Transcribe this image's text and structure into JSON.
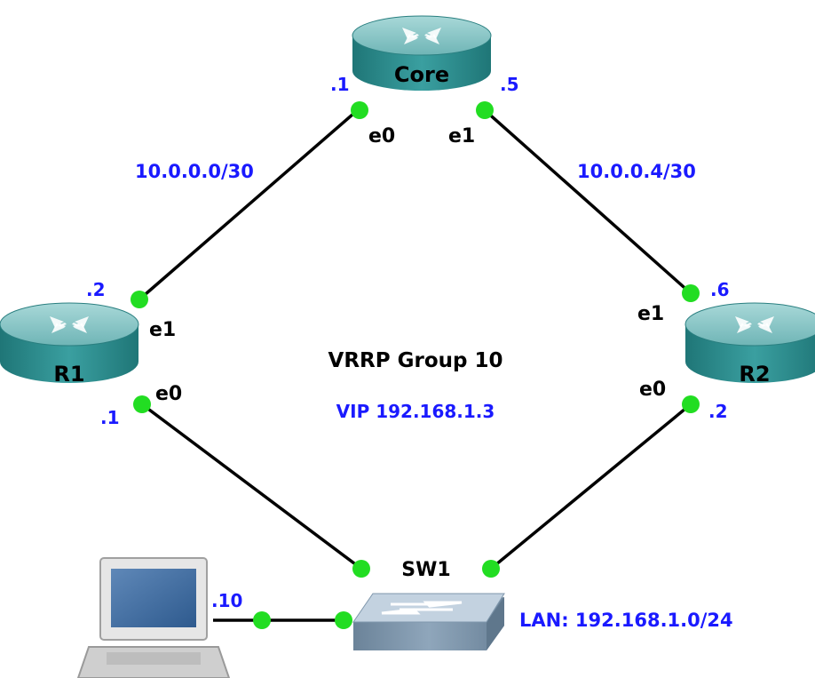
{
  "colors": {
    "address_text": "#1a1aff",
    "label_text": "#000000",
    "link_line": "#000000",
    "port_dot": "#22dd22",
    "router_body": "#2f8f90",
    "router_top": "#8fc9c9",
    "switch_body": "#7f97ac",
    "switch_top": "#b7c8d8"
  },
  "nodes": {
    "core": {
      "icon": "router-icon",
      "label": "Core"
    },
    "r1": {
      "icon": "router-icon",
      "label": "R1"
    },
    "r2": {
      "icon": "router-icon",
      "label": "R2"
    },
    "sw1": {
      "icon": "switch-icon",
      "label": "SW1"
    },
    "pc": {
      "icon": "laptop-icon",
      "label": ""
    }
  },
  "subnets": {
    "core_r1": "10.0.0.0/30",
    "core_r2": "10.0.0.4/30",
    "lan": "LAN: 192.168.1.0/24"
  },
  "vrrp": {
    "group": "VRRP Group 10",
    "vip": "VIP 192.168.1.3"
  },
  "interfaces": {
    "core_e0": {
      "name": "e0",
      "ip": ".1"
    },
    "core_e1": {
      "name": "e1",
      "ip": ".5"
    },
    "r1_e1": {
      "name": "e1",
      "ip": ".2"
    },
    "r1_e0": {
      "name": "e0",
      "ip": ".1"
    },
    "r2_e1": {
      "name": "e1",
      "ip": ".6"
    },
    "r2_e0": {
      "name": "e0",
      "ip": ".2"
    },
    "pc_nic": {
      "ip": ".10"
    }
  }
}
